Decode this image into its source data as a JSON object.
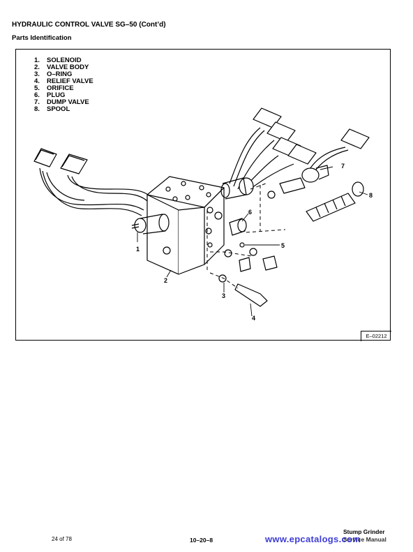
{
  "header": {
    "title": "HYDRAULIC CONTROL VALVE SG–50 (Cont’d)",
    "subtitle": "Parts Identification"
  },
  "parts": [
    {
      "num": "1.",
      "name": "SOLENOID"
    },
    {
      "num": "2.",
      "name": "VALVE BODY"
    },
    {
      "num": "3.",
      "name": "O–RING"
    },
    {
      "num": "4.",
      "name": "RELIEF VALVE"
    },
    {
      "num": "5.",
      "name": "ORIFICE"
    },
    {
      "num": "6.",
      "name": "PLUG"
    },
    {
      "num": "7.",
      "name": "DUMP VALVE"
    },
    {
      "num": "8.",
      "name": "SPOOL"
    }
  ],
  "callouts": [
    "1",
    "2",
    "3",
    "4",
    "5",
    "6",
    "7",
    "8"
  ],
  "figure_code": "E–02212",
  "footer": {
    "title": "Stump Grinder",
    "page": "24 of 78",
    "section": "10–20–8",
    "manual": "Service Manual",
    "watermark": "www.epcatalogs.com"
  }
}
